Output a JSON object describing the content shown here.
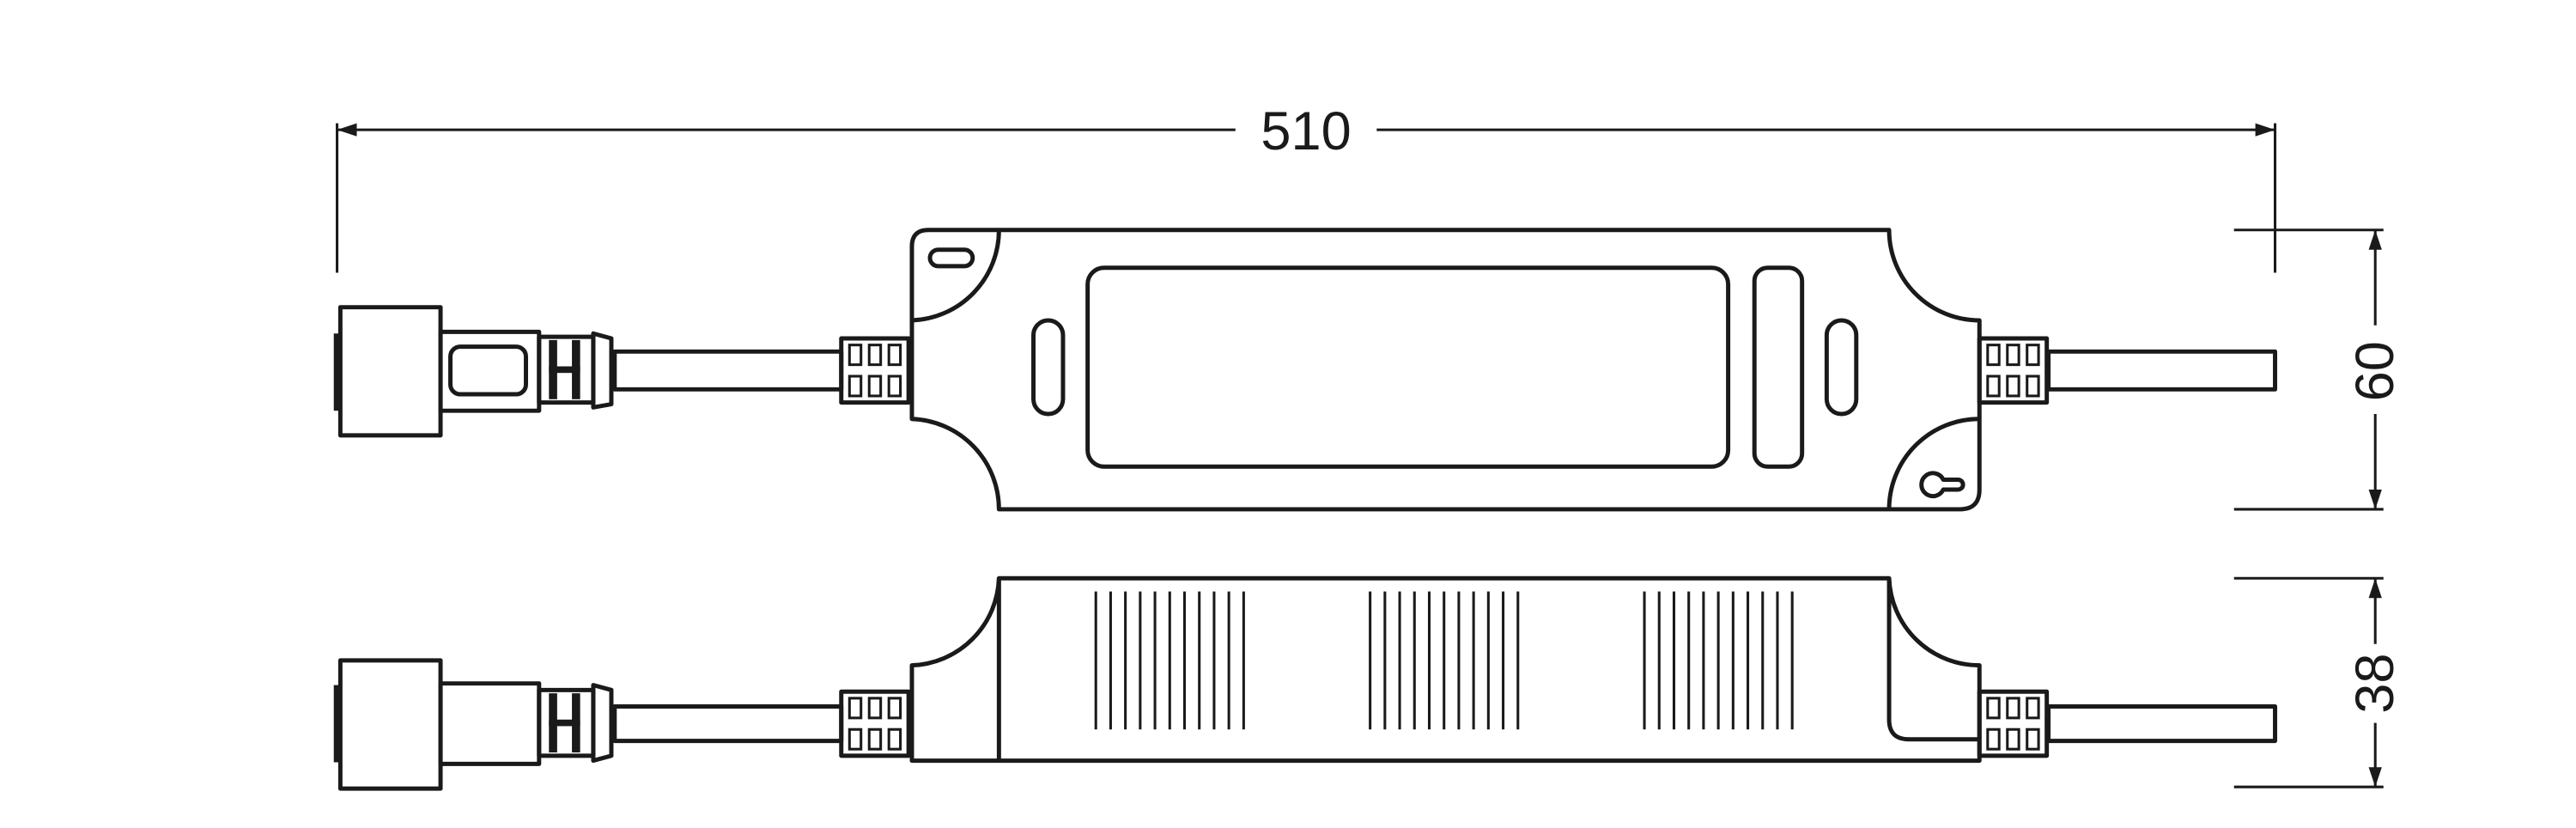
{
  "dimensions": {
    "length": "510",
    "width": "60",
    "height": "38"
  },
  "line_color": "#1a1a1a"
}
